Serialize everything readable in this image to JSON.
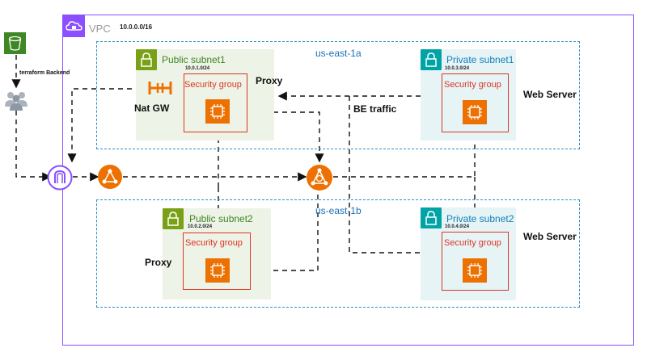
{
  "vpc": {
    "label": "VPC",
    "cidr": "10.0.0.0/16"
  },
  "zones": [
    {
      "label": "us-east-1a"
    },
    {
      "label": "us-east-1b"
    }
  ],
  "subnets": {
    "public1": {
      "title": "Public subnet1",
      "cidr": "10.0.1.0/24"
    },
    "private1": {
      "title": "Private subnet1",
      "cidr": "10.0.3.0/24"
    },
    "public2": {
      "title": "Public subnet2",
      "cidr": "10.0.2.0/24"
    },
    "private2": {
      "title": "Private subnet2",
      "cidr": "10.0.4.0/24"
    }
  },
  "security_group_label": "Security group",
  "labels": {
    "nat_gw": "Nat GW",
    "proxy_top": "Proxy",
    "proxy_bottom": "Proxy",
    "web_server_top": "Web Server",
    "web_server_bottom": "Web Server",
    "be_traffic": "BE traffic",
    "terraform_backend": "terraform Backend"
  },
  "colors": {
    "vpc_border": "#8c4fff",
    "zone_border": "#2d8fc9",
    "public_subnet_fill": "#edf3e6",
    "public_accent": "#7aa116",
    "private_subnet_fill": "#e6f4f6",
    "private_accent": "#00a4a6",
    "security_group": "#dd3522",
    "compute": "#ed7100",
    "s3": "#3f8624",
    "gateway": "#8c4fff"
  },
  "icons": [
    "vpc-cloud-icon",
    "s3-bucket-icon",
    "users-icon",
    "lock-icon",
    "nat-gateway-icon",
    "ec2-instance-icon",
    "internet-gateway-icon",
    "load-balancer-icon"
  ]
}
